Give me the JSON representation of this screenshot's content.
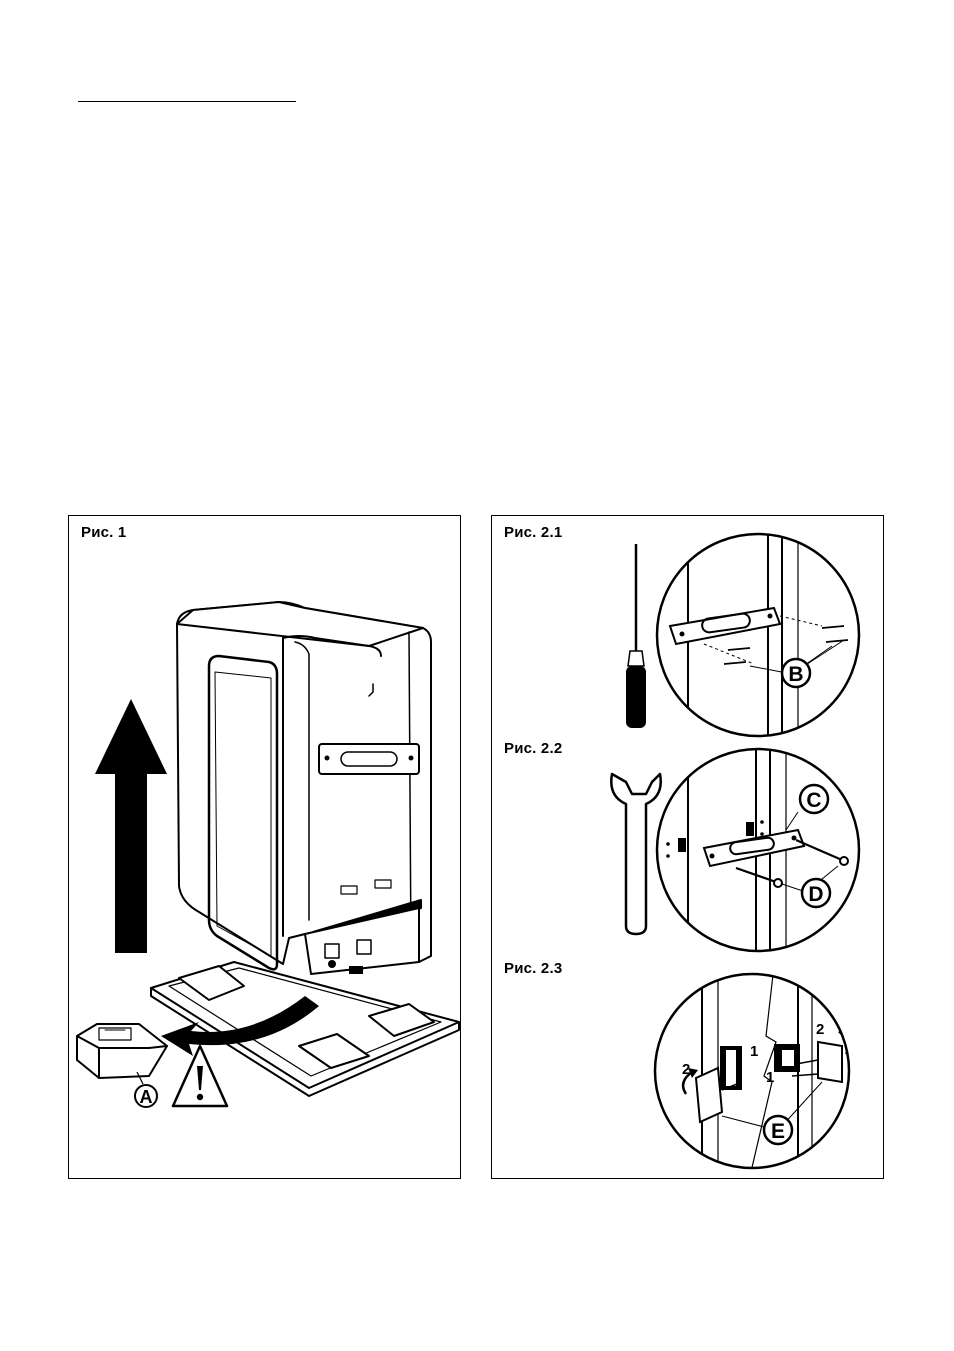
{
  "figures": {
    "fig1": {
      "caption": "Рис. 1",
      "callout_a": "A"
    },
    "fig21": {
      "caption": "Рис. 2.1",
      "callout_b": "B"
    },
    "fig22": {
      "caption": "Рис. 2.2",
      "callout_c": "C",
      "callout_d": "D"
    },
    "fig23": {
      "caption": "Рис. 2.3",
      "callout_e": "E",
      "step1": "1",
      "step2": "2"
    }
  },
  "icons": [
    "warning-triangle-icon",
    "up-arrow-icon",
    "curved-arrow-icon",
    "screwdriver-icon",
    "wrench-icon"
  ]
}
